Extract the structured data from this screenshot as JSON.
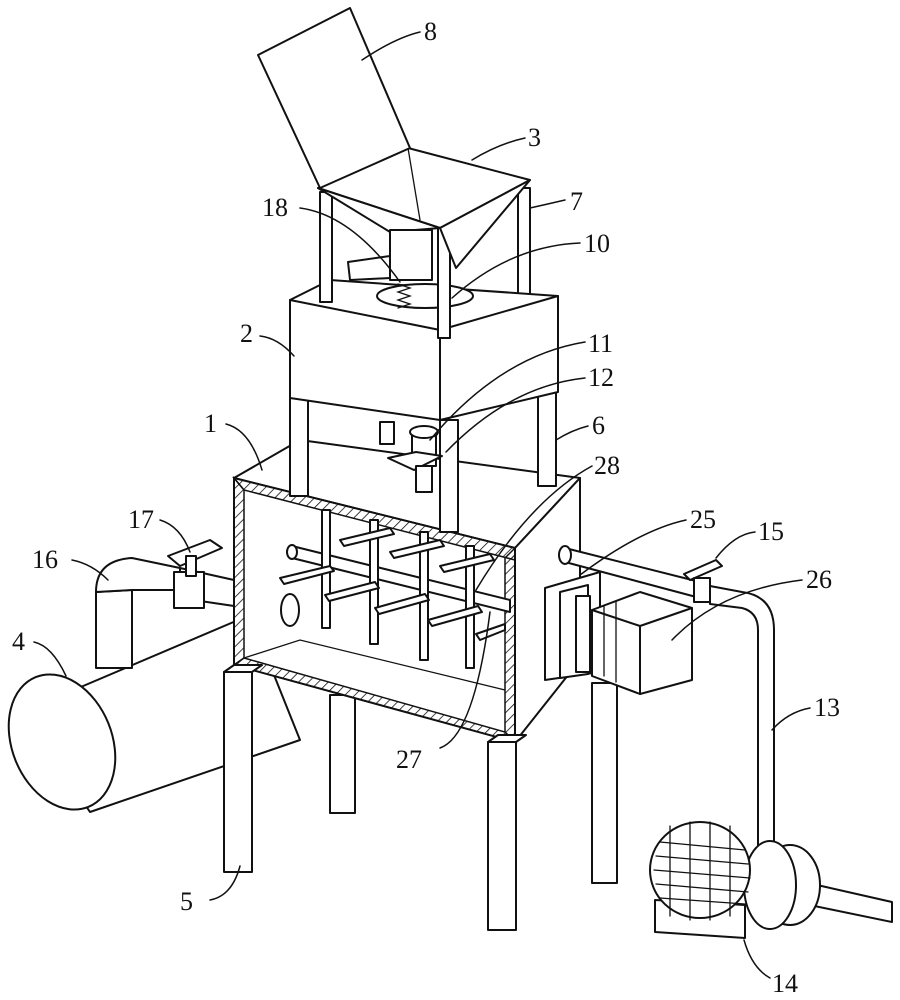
{
  "callouts": [
    {
      "id": "c8",
      "text": "8"
    },
    {
      "id": "c3",
      "text": "3"
    },
    {
      "id": "c7",
      "text": "7"
    },
    {
      "id": "c18",
      "text": "18"
    },
    {
      "id": "c10",
      "text": "10"
    },
    {
      "id": "c2",
      "text": "2"
    },
    {
      "id": "c11",
      "text": "11"
    },
    {
      "id": "c12",
      "text": "12"
    },
    {
      "id": "c1",
      "text": "1"
    },
    {
      "id": "c6",
      "text": "6"
    },
    {
      "id": "c28",
      "text": "28"
    },
    {
      "id": "c17",
      "text": "17"
    },
    {
      "id": "c25",
      "text": "25"
    },
    {
      "id": "c15",
      "text": "15"
    },
    {
      "id": "c16",
      "text": "16"
    },
    {
      "id": "c26",
      "text": "26"
    },
    {
      "id": "c4",
      "text": "4"
    },
    {
      "id": "c13",
      "text": "13"
    },
    {
      "id": "c27",
      "text": "27"
    },
    {
      "id": "c5",
      "text": "5"
    },
    {
      "id": "c14",
      "text": "14"
    }
  ],
  "colors": {
    "line": "#111111",
    "background": "#ffffff"
  }
}
